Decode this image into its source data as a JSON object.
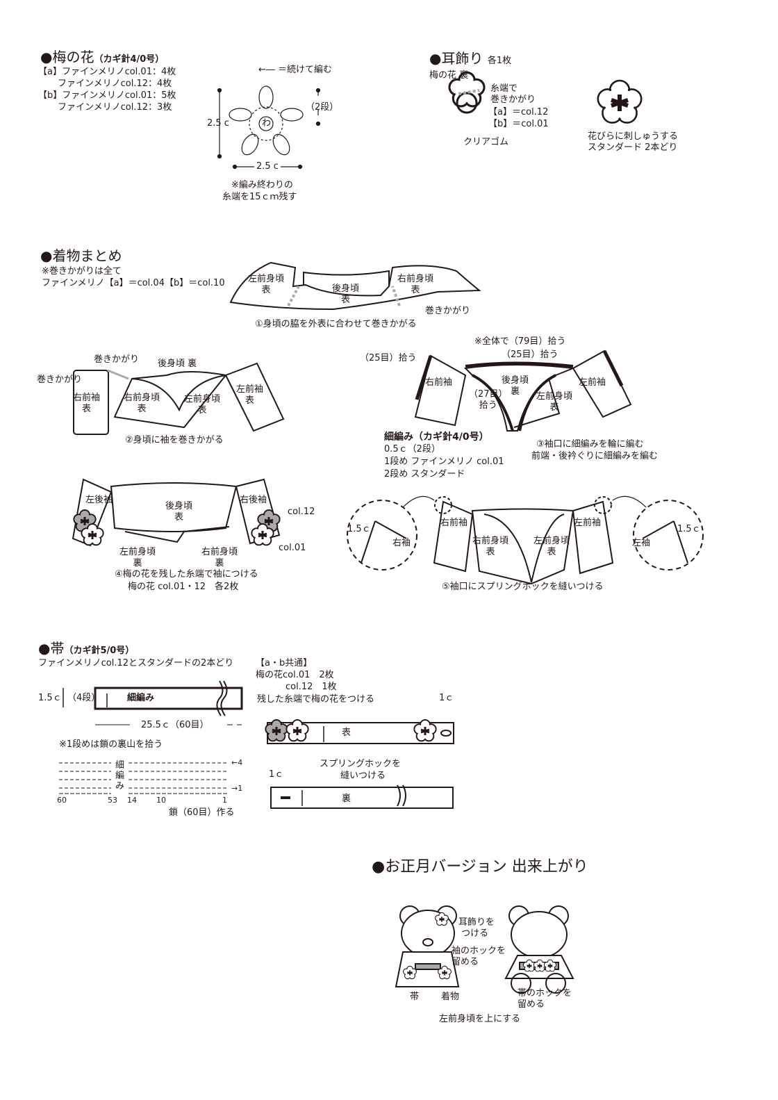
{
  "plum_flower": {
    "title": "●梅の花",
    "hook": "（カギ針4/0号）",
    "materials": [
      "【a】ファインメリノcol.01：4枚",
      "ファインメリノcol.12：4枚",
      "【b】ファインメリノcol.01：5枚",
      "ファインメリノcol.12：3枚"
    ],
    "legend": "←― ＝続けて編む",
    "height": "2.5 c",
    "width": "2.5 c",
    "rows": "（2段）",
    "ring": "わ",
    "note": [
      "※編み終わりの",
      "糸端を15ｃｍ残す"
    ]
  },
  "ear": {
    "title": "●耳飾り",
    "count": "各1枚",
    "back_label": "梅の花 裏",
    "wrap": [
      "糸端で",
      "巻きかがり",
      "【a】＝col.12",
      "【b】＝col.01"
    ],
    "elastic": "クリアゴム",
    "embroidery": [
      "花びらに刺しゅうする",
      "スタンダード 2本どり"
    ]
  },
  "kimono": {
    "title": "●着物まとめ",
    "note": [
      "※巻きかがりは全て",
      "ファインメリノ【a】＝col.04【b】＝col.10"
    ],
    "step1": {
      "left_front": [
        "左前身頃",
        "表"
      ],
      "back": [
        "後身頃",
        "表"
      ],
      "right_front": [
        "右前身頃",
        "表"
      ],
      "whip": "巻きかがり",
      "caption": "①身頃の脇を外表に合わせて巻きかがる"
    },
    "step2": {
      "whip1": "巻きかがり",
      "whip2": "巻きかがり",
      "back": "後身頃 裏",
      "right_sleeve": [
        "右前袖",
        "表"
      ],
      "right_front": [
        "右前身頃",
        "表"
      ],
      "left_front": [
        "左前身頃",
        "表"
      ],
      "left_sleeve": [
        "左前袖",
        "表"
      ],
      "caption": "②身頃に袖を巻きかがる"
    },
    "step3": {
      "total": "※全体で（79目）拾う",
      "back_pick": "（25目）拾う",
      "sleeve_pick": "（25目）拾う",
      "right_sleeve": "右前袖",
      "back": [
        "後身頃",
        "裏"
      ],
      "front_pick": [
        "（27目）",
        "拾う"
      ],
      "left_front": [
        "左前身頃",
        "表"
      ],
      "left_sleeve": "左前袖",
      "sc_title": "細編み（カギ針4/0号）",
      "sc_lines": [
        "0.5ｃ（2段）",
        "1段め ファインメリノ col.01",
        "2段め スタンダード"
      ],
      "caption": [
        "③袖口に細編みを輪に編む",
        "前端・後衿ぐりに細編みを編む"
      ]
    },
    "step4": {
      "left_back_sleeve": "左後袖",
      "back": [
        "後身頃",
        "表"
      ],
      "right_back_sleeve": "右後袖",
      "col12": "col.12",
      "col01": "col.01",
      "left_front": [
        "左前身頃",
        "裏"
      ],
      "right_front": [
        "右前身頃",
        "裏"
      ],
      "caption": [
        "④梅の花を残した糸端で袖につける",
        "梅の花 col.01・12　各2枚"
      ]
    },
    "step5": {
      "dim_left": "1.5ｃ",
      "right_sleeve_detail": "右袖",
      "right_sleeve": "右前袖",
      "right_front": [
        "右前身頃",
        "表"
      ],
      "left_front": [
        "左前身頃",
        "表"
      ],
      "left_sleeve": "左前袖",
      "left_sleeve_detail": "左袖",
      "dim_right": "1.5ｃ",
      "caption": "⑤袖口にスプリングホックを縫いつける"
    }
  },
  "obi": {
    "title": "●帯",
    "hook": "（カギ針5/0号）",
    "yarn": "ファインメリノcol.12とスタンダードの2本どり",
    "height": "1.5ｃ",
    "rows": "（4段）",
    "stitch": "細編み",
    "length": "25.5ｃ（60目）",
    "chart_note": "※1段めは鎖の裏山を拾う",
    "chart_stitch": [
      "細",
      "編",
      "み"
    ],
    "row_top": "←4",
    "row_bottom": "→1",
    "stitch_numbers": [
      "60",
      "53",
      "14",
      "10",
      "1"
    ],
    "chain": "鎖（60目）作る",
    "common": "【a・b共通】",
    "flowers": [
      "梅の花col.01　2枚",
      "col.12　1枚"
    ],
    "attach": "残した糸端で梅の花をつける",
    "dim_1c": "1ｃ",
    "front": "表",
    "hook_sew": [
      "スプリングホックを",
      "縫いつける"
    ],
    "dim_1c_back": "1ｃ",
    "back": "裏"
  },
  "finished": {
    "title": "●お正月バージョン 出来上がり",
    "ear": [
      "耳飾りを",
      "つける"
    ],
    "sleeve_hook": [
      "袖のホックを",
      "留める"
    ],
    "obi": "帯",
    "kimono": "着物",
    "obi_hook": [
      "帯のホックを",
      "留める"
    ],
    "note": "左前身頃を上にする"
  },
  "colors": {
    "ink": "#231815",
    "gray": "#a9a9a9"
  }
}
